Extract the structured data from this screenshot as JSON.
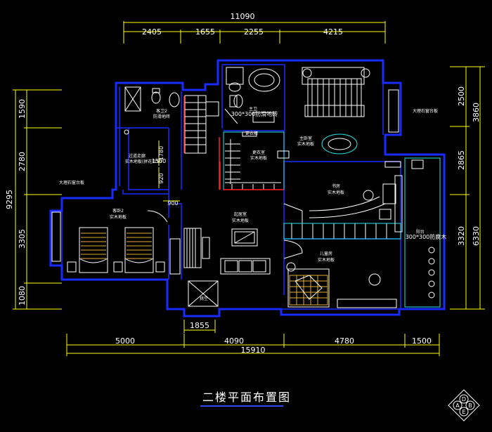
{
  "drawing_title": "二楼平面布置图",
  "dims_top": {
    "overall": "11090",
    "segments": [
      "2405",
      "1655",
      "2255",
      "4215"
    ]
  },
  "dims_bottom": {
    "overall": "15910",
    "segments": [
      "5000",
      "4090",
      "4780",
      "1500"
    ],
    "inner": "1855"
  },
  "dims_left": {
    "overall": "9295",
    "segments": [
      "1590",
      "2780",
      "3305",
      "1080"
    ]
  },
  "dims_right": {
    "inner": [
      "2500",
      "2865",
      "3320"
    ],
    "outer": [
      "3860",
      "6330"
    ]
  },
  "inner_dims": [
    "1780",
    "920",
    "900",
    "1500"
  ],
  "rooms": {
    "master_bath": {
      "name": "主卫",
      "spec": "300*300防滑地砖"
    },
    "master_bedroom": {
      "name": "主卧室",
      "spec": "实木地板"
    },
    "walk_in": {
      "name": "更衣室",
      "spec": "实木地板"
    },
    "bath2": {
      "name": "客卫2",
      "spec": "防滑地砖"
    },
    "hallway": {
      "name": "过道走廊",
      "spec": "实木地板(拼花)150"
    },
    "bedroom2": {
      "name": "客卧2",
      "spec": "实木地板"
    },
    "lounge": {
      "name": "起居室",
      "spec": "实木地板"
    },
    "study": {
      "name": "书房",
      "spec": "实木地板"
    },
    "kids_room": {
      "name": "儿童房",
      "spec": "实木地板"
    },
    "terrace": {
      "name": "阳台",
      "spec": "300*300防腐木"
    },
    "void": {
      "name": "挑空"
    }
  },
  "notes": {
    "left_window": "大理石窗台板",
    "right_window": "大理石窗台板",
    "closet_label": "更衣柜"
  },
  "logo_letters": [
    "D",
    "A",
    "B",
    "E"
  ]
}
